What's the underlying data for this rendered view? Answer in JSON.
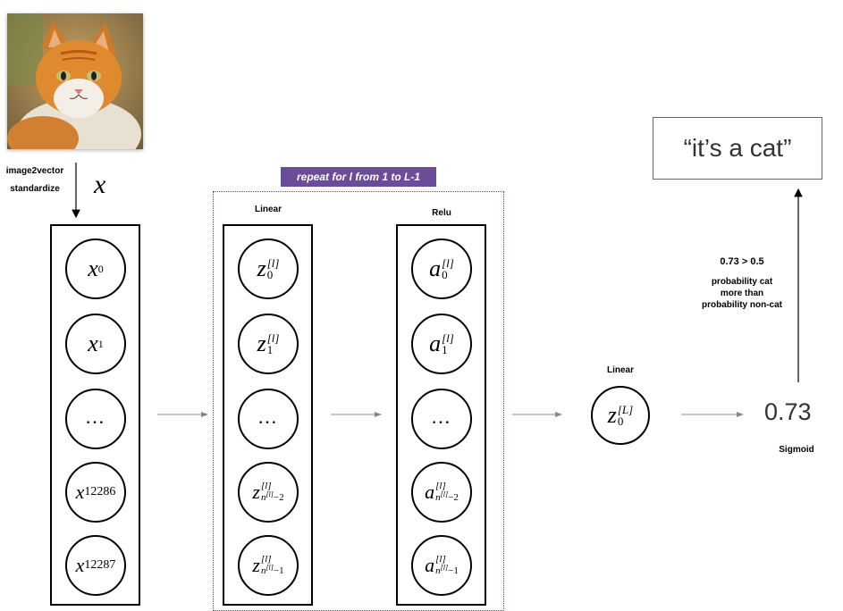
{
  "input": {
    "preprocess_line1": "image2vector",
    "preprocess_line2": "standardize",
    "x_symbol": "x",
    "nodes": [
      {
        "sym": "x",
        "sub": "0"
      },
      {
        "sym": "x",
        "sub": "1"
      },
      {
        "ellipsis": "…"
      },
      {
        "sym": "x",
        "sub": "12286"
      },
      {
        "sym": "x",
        "sub": "12287"
      }
    ]
  },
  "repeat_label": "repeat for l from 1 to L-1",
  "linear_layer": {
    "label": "Linear",
    "nodes": [
      {
        "sym": "z",
        "sup": "[l]",
        "sub": "0"
      },
      {
        "sym": "z",
        "sup": "[l]",
        "sub": "1"
      },
      {
        "ellipsis": "…"
      },
      {
        "sym": "z",
        "sup": "[l]",
        "sub_base": "n",
        "sub_up": "[l]",
        "sub_tail": "−2"
      },
      {
        "sym": "z",
        "sup": "[l]",
        "sub_base": "n",
        "sub_up": "[l]",
        "sub_tail": "−1"
      }
    ]
  },
  "relu_layer": {
    "label": "Relu",
    "nodes": [
      {
        "sym": "a",
        "sup": "[l]",
        "sub": "0"
      },
      {
        "sym": "a",
        "sup": "[l]",
        "sub": "1"
      },
      {
        "ellipsis": "…"
      },
      {
        "sym": "a",
        "sup": "[l]",
        "sub_base": "n",
        "sub_up": "[l]",
        "sub_tail": "−2"
      },
      {
        "sym": "a",
        "sup": "[l]",
        "sub_base": "n",
        "sub_up": "[l]",
        "sub_tail": "−1"
      }
    ]
  },
  "output_layer": {
    "label": "Linear",
    "node": {
      "sym": "z",
      "sup": "[L]",
      "sub": "0"
    }
  },
  "sigmoid": {
    "value": "0.73",
    "label": "Sigmoid"
  },
  "decision": {
    "comparison": "0.73 > 0.5",
    "line1": "probability cat",
    "line2": "more than",
    "line3": "probability non-cat"
  },
  "result_text": "“it’s a cat”",
  "colors": {
    "repeat_tag_bg": "#6b4c9a",
    "arrow": "#888888"
  }
}
